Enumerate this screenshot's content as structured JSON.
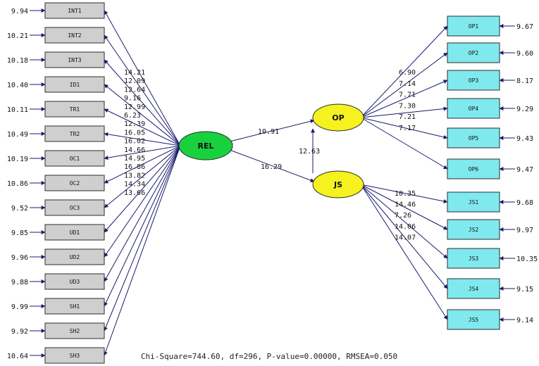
{
  "colors": {
    "left_box_fill": "#cfcfcf",
    "right_box_fill": "#7fe9ee",
    "box_stroke": "#2c2c2c",
    "green_latent": "#18d13e",
    "yellow_latent": "#f5f21f",
    "line_color": "#1b1b6e"
  },
  "central_latent": {
    "label": "REL"
  },
  "op_latent": {
    "label": "OP"
  },
  "js_latent": {
    "label": "JS"
  },
  "structural_paths": [
    {
      "from": "REL",
      "to": "OP",
      "value": "10.91"
    },
    {
      "from": "REL",
      "to": "JS",
      "value": "16.29"
    },
    {
      "from": "JS",
      "to": "OP",
      "value": "12.63"
    }
  ],
  "left_indicators": [
    {
      "label": "INT1",
      "error": "9.94",
      "loading": "14.21"
    },
    {
      "label": "INT2",
      "error": "10.21",
      "loading": "12.09"
    },
    {
      "label": "INT3",
      "error": "10.18",
      "loading": "12.64"
    },
    {
      "label": "ID1",
      "error": "10.40",
      "loading": "9.16"
    },
    {
      "label": "TR1",
      "error": "10.11",
      "loading": "12.99"
    },
    {
      "label": "TR2",
      "error": "10.49",
      "loading": "6.23"
    },
    {
      "label": "OC1",
      "error": "10.19",
      "loading": "12.39"
    },
    {
      "label": "OC2",
      "error": "10.86",
      "loading": "16.05"
    },
    {
      "label": "OC3",
      "error": "9.52",
      "loading": "16.02"
    },
    {
      "label": "UD1",
      "error": "9.85",
      "loading": "14.66"
    },
    {
      "label": "UD2",
      "error": "9.96",
      "loading": "14.95"
    },
    {
      "label": "UD3",
      "error": "9.88",
      "loading": "16.86"
    },
    {
      "label": "SH1",
      "error": "9.99",
      "loading": "13.82"
    },
    {
      "label": "SH2",
      "error": "9.92",
      "loading": "14.34"
    },
    {
      "label": "SH3",
      "error": "10.64",
      "loading": "13.66"
    }
  ],
  "op_indicators": [
    {
      "label": "OP1",
      "error": "9.67",
      "loading": "6.90"
    },
    {
      "label": "OP2",
      "error": "9.60",
      "loading": "7.14"
    },
    {
      "label": "OP3",
      "error": "8.17",
      "loading": "7.71"
    },
    {
      "label": "OP4",
      "error": "9.29",
      "loading": "7.30"
    },
    {
      "label": "OP5",
      "error": "9.43",
      "loading": "7.21"
    },
    {
      "label": "OP6",
      "error": "9.47",
      "loading": "7.17"
    }
  ],
  "js_indicators": [
    {
      "label": "JS1",
      "error": "9.68",
      "loading": "10.35"
    },
    {
      "label": "JS2",
      "error": "9.97",
      "loading": "14.46"
    },
    {
      "label": "JS3",
      "error": "10.35",
      "loading": "7.26"
    },
    {
      "label": "JS4",
      "error": "9.15",
      "loading": "14.06"
    },
    {
      "label": "JS5",
      "error": "9.14",
      "loading": "14.07"
    }
  ],
  "fit_statistics": "Chi-Square=744.60, df=296, P-value=0.00000, RMSEA=0.050"
}
